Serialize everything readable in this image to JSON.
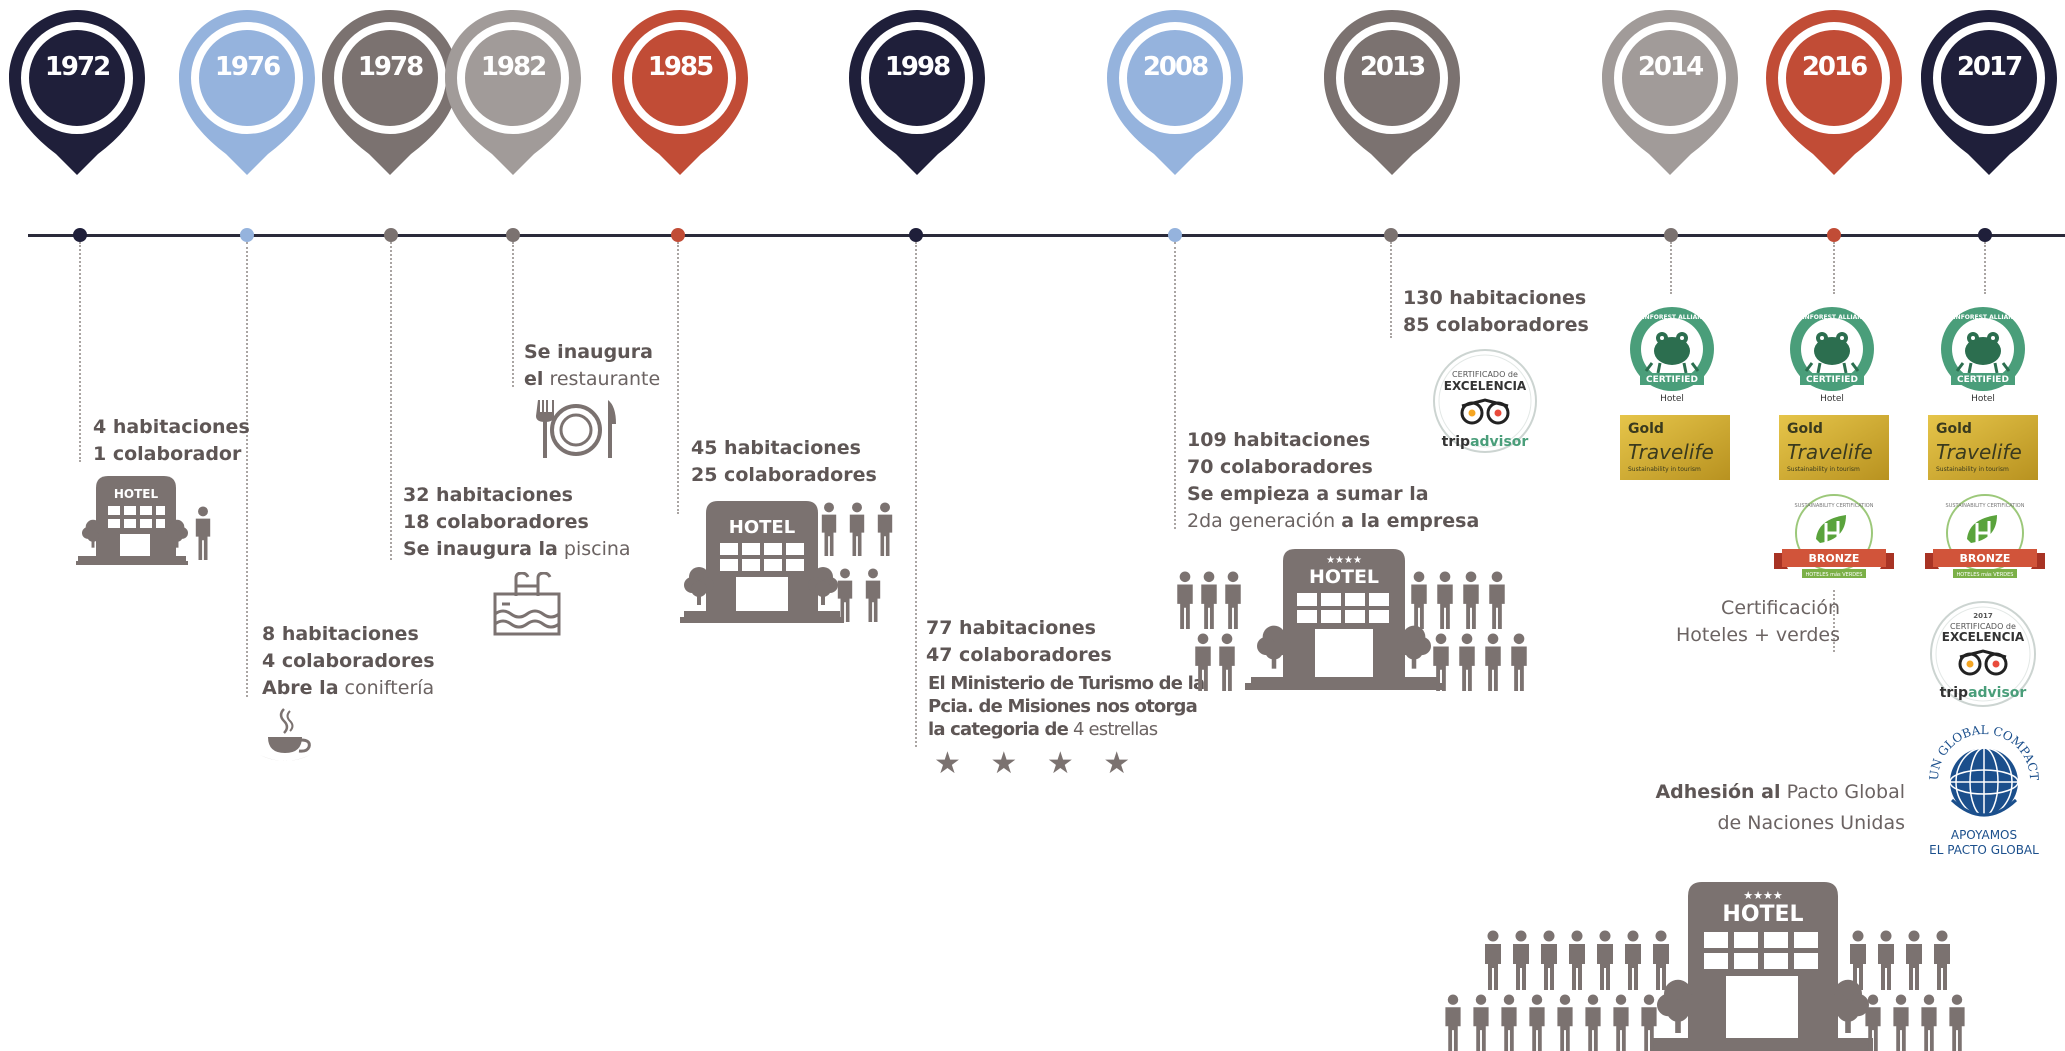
{
  "colors": {
    "navy": "#1f1f3a",
    "blue": "#95b3dd",
    "brown": "#7b7270",
    "grey": "#a19b99",
    "red": "#c14c36",
    "axis": "#2a2a3a",
    "text": "#6b6362",
    "green": "#4a9e7a",
    "gold": "#c9a630"
  },
  "timeline": {
    "years": [
      "1972",
      "1976",
      "1978",
      "1982",
      "1985",
      "1998",
      "2008",
      "2013",
      "2014",
      "2016",
      "2017"
    ]
  },
  "milestones": {
    "m1972": {
      "line1": "4 habitaciones",
      "line2": "1 colaborador"
    },
    "m1976": {
      "line1": "8 habitaciones",
      "line2": "4 colaboradores",
      "line3_bold": "Abre la",
      "line3_rest": " coniftería"
    },
    "m1978": {
      "line1": "32 habitaciones",
      "line2": "18 colaboradores",
      "line3_bold": "Se inaugura la",
      "line3_rest": " piscina"
    },
    "m1982": {
      "line1": "Se inaugura",
      "line2_bold": "el",
      "line2_rest": " restaurante"
    },
    "m1985": {
      "line1": "45 habitaciones",
      "line2": "25 colaboradores"
    },
    "m1998": {
      "line1": "77 habitaciones",
      "line2": "47 colaboradores",
      "line3": "El Ministerio de Turismo de la",
      "line4": "Pcia. de Misiones nos otorga",
      "line5_bold": "la categoria de",
      "line5_rest": " 4 estrellas",
      "stars": "★ ★ ★ ★"
    },
    "m2008": {
      "line1": "109 habitaciones",
      "line2": "70 colaboradores",
      "line3": "Se empieza a sumar la",
      "line4_rest": "2da generación ",
      "line4_bold": "a la empresa"
    },
    "m2013": {
      "line1": "130 habitaciones",
      "line2": "85 colaboradores"
    },
    "m2016": {
      "line1": "Certificación",
      "line2": "Hoteles + verdes"
    },
    "m2017": {
      "line1_bold": "Adhesión al",
      "line1_rest": " Pacto Global",
      "line2": "de Naciones Unidas"
    }
  },
  "logos": {
    "hotel_sign": "HOTEL",
    "hotel_stars": "★★★★",
    "ta_cert1": "CERTIFICADO de",
    "ta_cert2": "EXCELENCIA",
    "ta_brand_trip": "trip",
    "ta_brand_advisor": "advisor",
    "ta_year": "2017",
    "ra_arc": "RAINFOREST ALLIANCE",
    "ra_certified": "CERTIFIED",
    "ra_sub": "Hotel",
    "tl_gold": "Gold",
    "tl_brand": "Travelife",
    "tl_sub": "Sustainability in tourism",
    "hv_arc": "SUSTAINABILITY CERTIFICATION",
    "hv_bronze": "BRONZE",
    "hv_sub": "HOTELES más VERDES",
    "un_arc": "UN GLOBAL COMPACT",
    "un_line1": "APOYAMOS",
    "un_line2": "EL PACTO GLOBAL"
  }
}
